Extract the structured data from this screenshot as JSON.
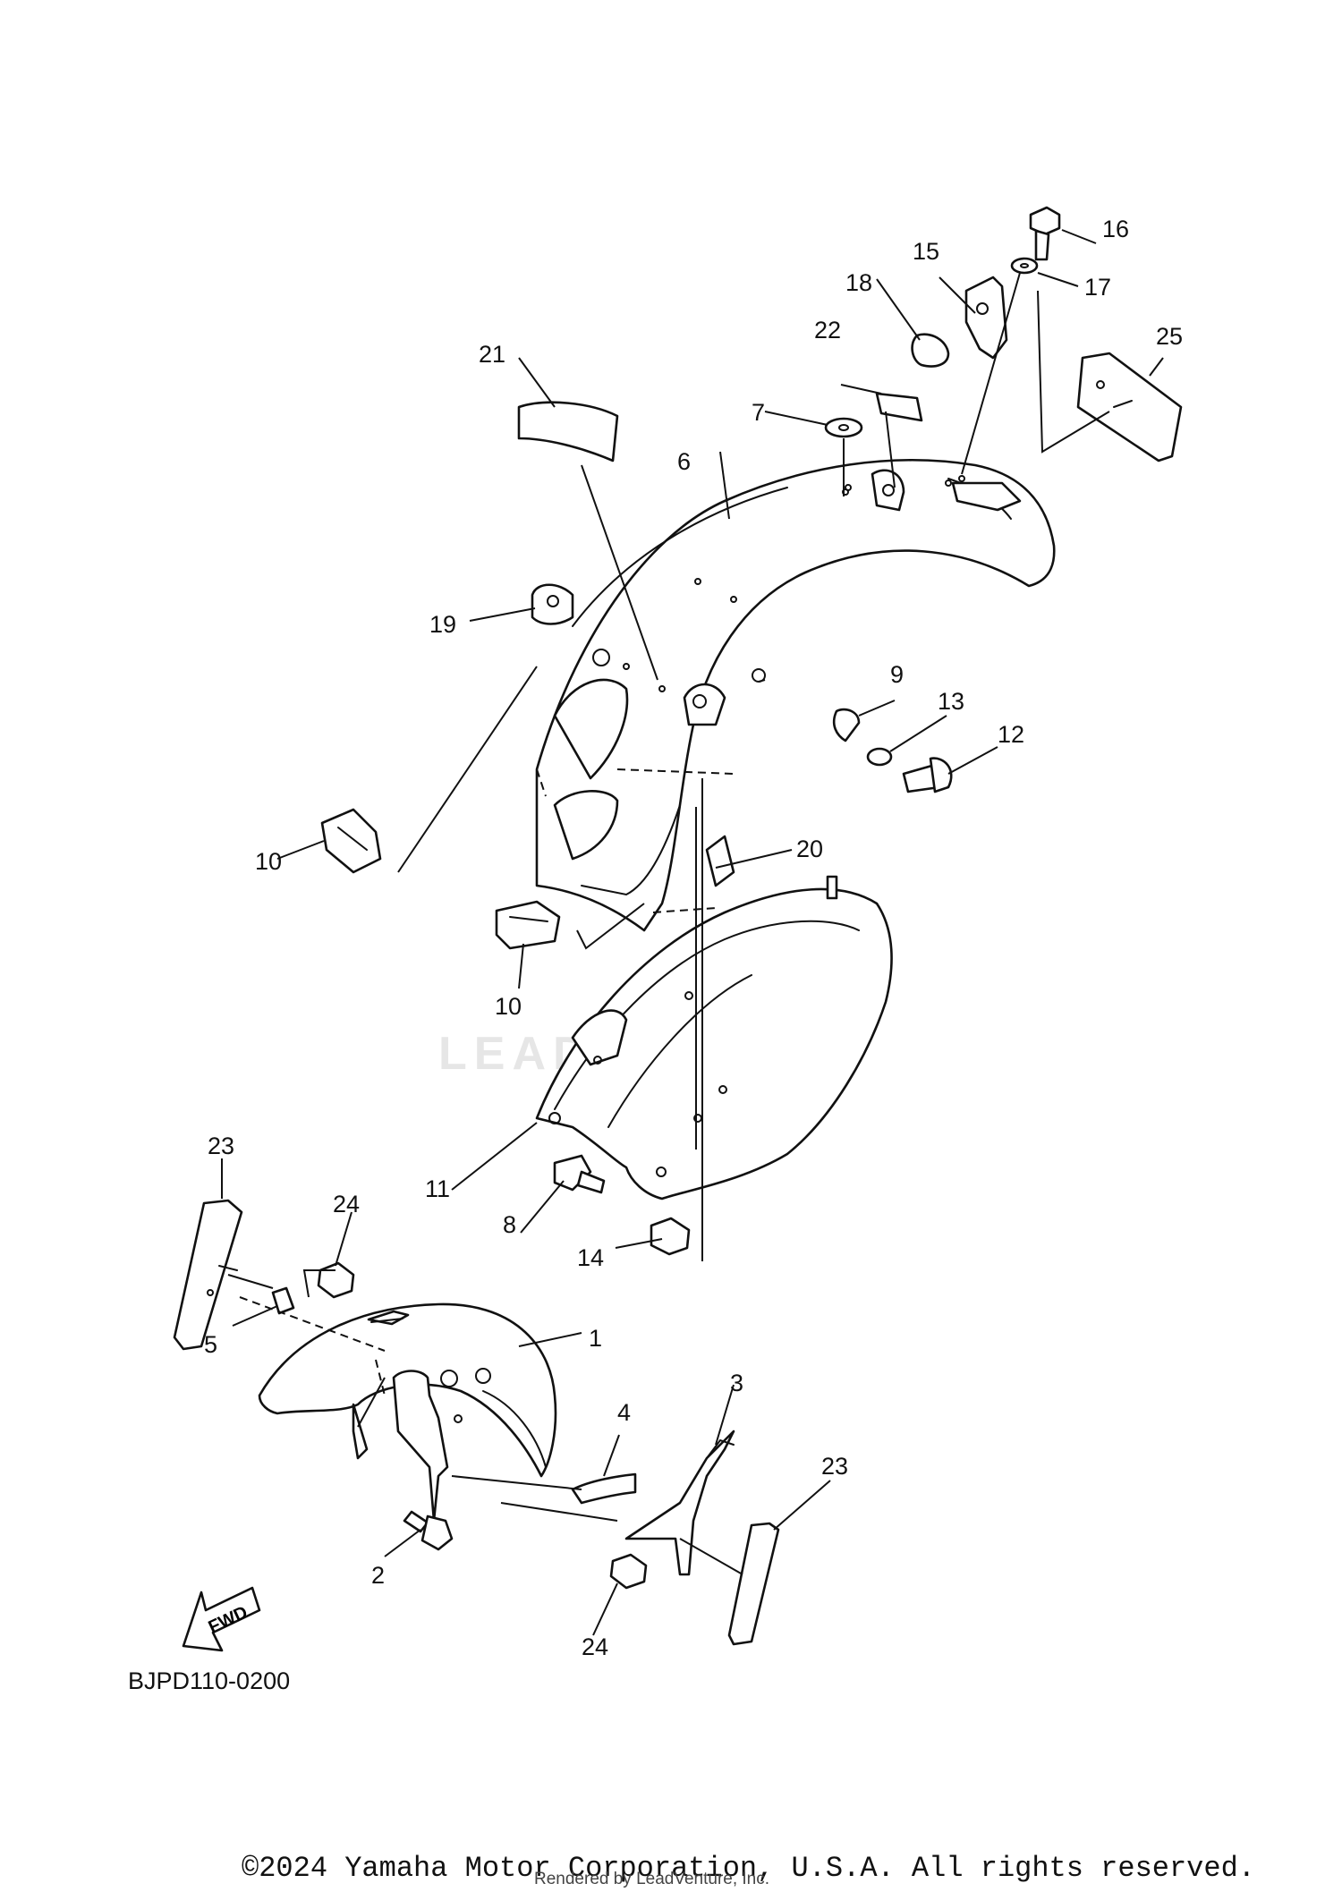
{
  "diagram": {
    "code": "BJPD110-0200",
    "watermark": "LEADVENTURE",
    "fwd_label": "FWD",
    "callouts": {
      "c1": "1",
      "c2": "2",
      "c3": "3",
      "c4": "4",
      "c5": "5",
      "c6": "6",
      "c7": "7",
      "c8": "8",
      "c9": "9",
      "c10a": "10",
      "c10b": "10",
      "c11": "11",
      "c12": "12",
      "c13": "13",
      "c14": "14",
      "c15": "15",
      "c16": "16",
      "c17": "17",
      "c18": "18",
      "c19": "19",
      "c20": "20",
      "c21": "21",
      "c22": "22",
      "c23a": "23",
      "c23b": "23",
      "c24a": "24",
      "c24b": "24",
      "c25": "25"
    }
  },
  "footer": {
    "copyright": "©2024 Yamaha Motor Corporation, U.S.A. All rights reserved.",
    "rendered_by": "Rendered by LeadVenture, Inc."
  }
}
